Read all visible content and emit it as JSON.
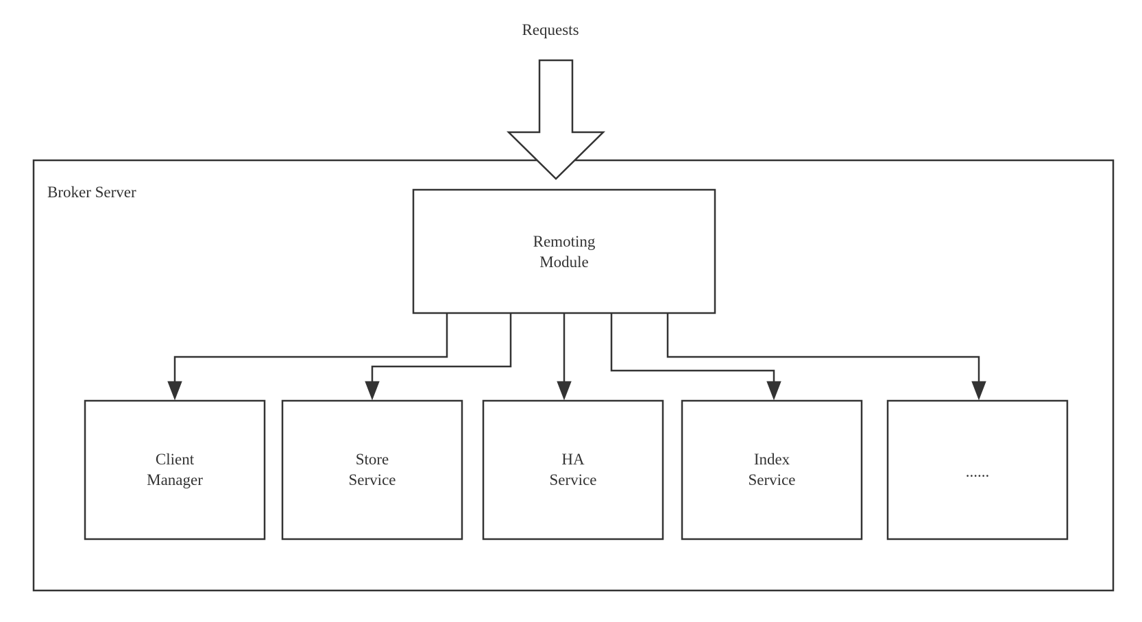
{
  "requests_label": "Requests",
  "container": {
    "title": "Broker Server"
  },
  "remoting_module": {
    "line1": "Remoting",
    "line2": "Module"
  },
  "components": [
    {
      "line1": "Client",
      "line2": "Manager"
    },
    {
      "line1": "Store",
      "line2": "Service"
    },
    {
      "line1": "HA",
      "line2": "Service"
    },
    {
      "line1": "Index",
      "line2": "Service"
    },
    {
      "line1": "......"
    }
  ],
  "colors": {
    "stroke": "#333333",
    "background": "#ffffff"
  }
}
